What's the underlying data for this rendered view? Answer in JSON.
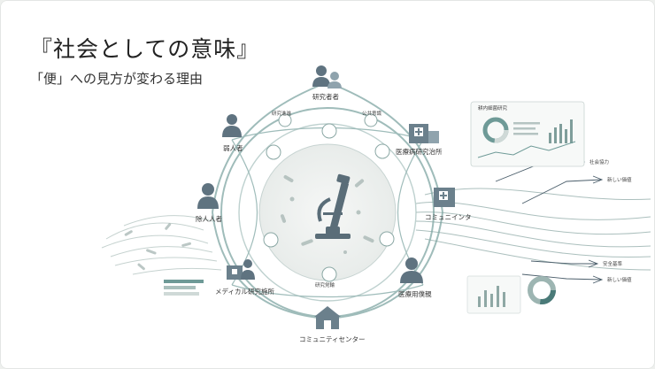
{
  "title": "『社会としての意味』",
  "subtitle": "「便」への見方が変わる理由",
  "nodes": {
    "researcher": "研究者者",
    "hospital": "医療病研究治所",
    "community_center_right": "コミュニインタ",
    "medical_staff": "医療用僕親",
    "community_center_bottom": "コミュニティセンター",
    "medical_lab": "メディカル研究施所",
    "patient": "除人人者",
    "nurse": "弱人者"
  },
  "inner_labels": {
    "research_promotion": "研究進進",
    "public_awareness": "公共意識",
    "research_development": "研究党輪"
  },
  "panel": {
    "title": "耕内細菌研究"
  },
  "flow_labels": [
    "社会協力",
    "新しい価値",
    "安全基準",
    "新しい価値"
  ],
  "colors": {
    "teal": "#7fa6a3",
    "dark": "#4a5d6a",
    "accent": "#4a7a78"
  }
}
